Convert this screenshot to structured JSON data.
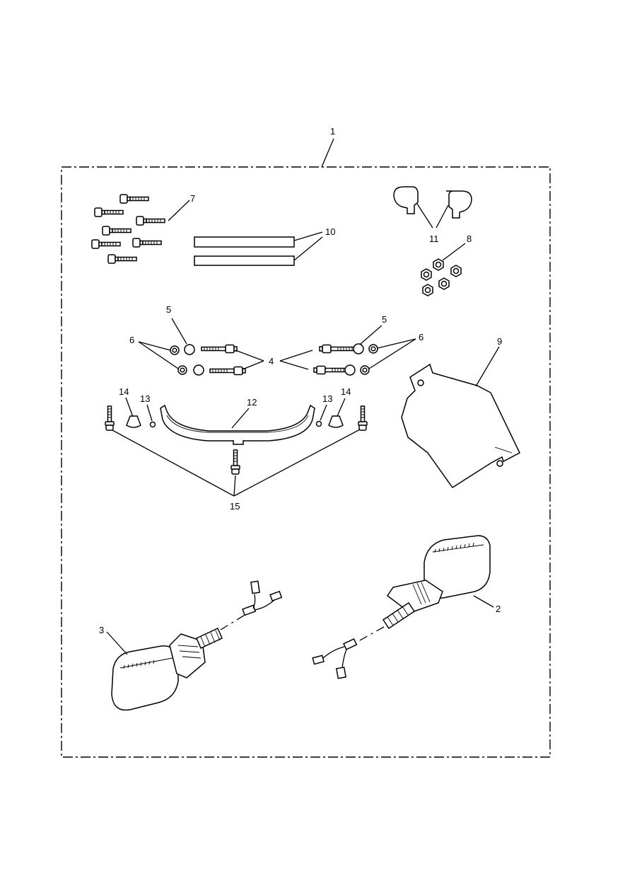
{
  "diagram": {
    "frame_callout": "1",
    "callouts": {
      "turn_signal_right": "2",
      "turn_signal_left": "3",
      "bolt_4": "4",
      "spacer_5_left": "5",
      "spacer_5_right": "5",
      "washer_6_left": "6",
      "washer_6_right": "6",
      "screws_7": "7",
      "nuts_8": "8",
      "plate_9": "9",
      "pads_10": "10",
      "caps_11": "11",
      "bracket_12": "12",
      "washer_13_left": "13",
      "washer_13_right": "13",
      "grommet_14_left": "14",
      "grommet_14_right": "14",
      "bolts_15": "15"
    },
    "colors": {
      "line": "#000000",
      "background": "#ffffff"
    }
  }
}
